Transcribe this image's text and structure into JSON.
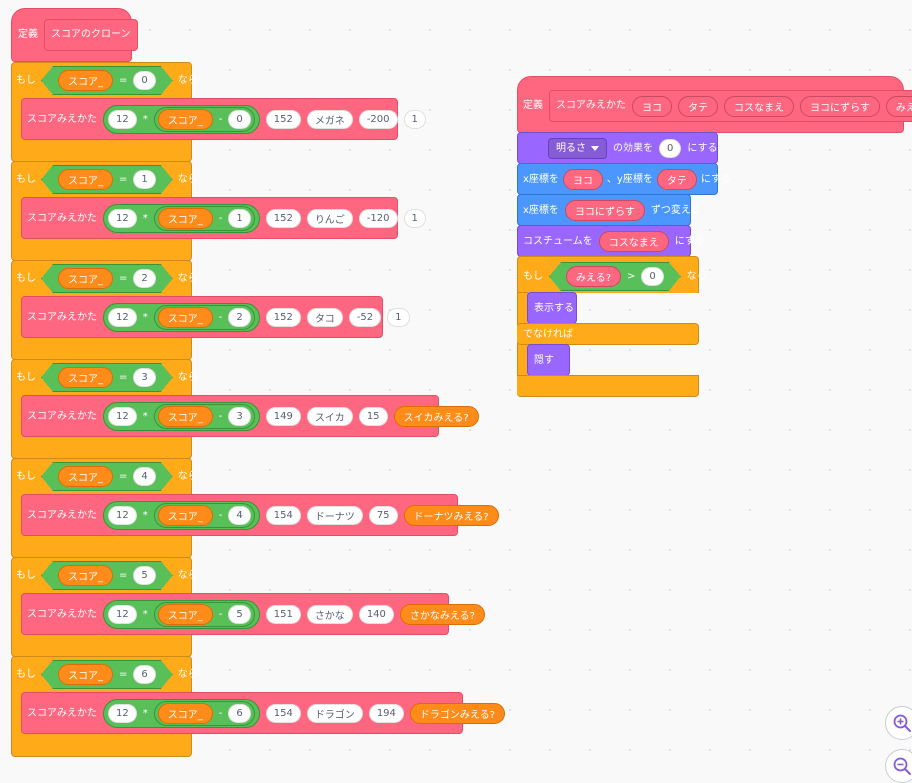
{
  "colors": {
    "control": "#ffab19",
    "my_block": "#ff6680",
    "looks": "#9966ff",
    "motion": "#4c97ff",
    "operator": "#59c059",
    "variable": "#ff8c1a"
  },
  "clone_script": {
    "define_label": "定義",
    "define_name": "スコアのクローン",
    "if_label": "もし",
    "then_label": "なら",
    "variable": "スコア_",
    "eq": "=",
    "mul": "*",
    "minus": "-",
    "call_label": "スコアみえかた",
    "factor": "12",
    "branches": [
      {
        "n": "0",
        "y": "152",
        "name": "メガネ",
        "x": "-200",
        "show": "1"
      },
      {
        "n": "1",
        "y": "152",
        "name": "りんご",
        "x": "-120",
        "show": "1"
      },
      {
        "n": "2",
        "y": "152",
        "name": "タコ",
        "x": "-52",
        "show": "1"
      },
      {
        "n": "3",
        "y": "149",
        "name": "スイカ",
        "x": "15",
        "show": "スイカみえる?"
      },
      {
        "n": "4",
        "y": "154",
        "name": "ドーナツ",
        "x": "75",
        "show": "ドーナツみえる?"
      },
      {
        "n": "5",
        "y": "151",
        "name": "さかな",
        "x": "140",
        "show": "さかなみえる?"
      },
      {
        "n": "6",
        "y": "154",
        "name": "ドラゴン",
        "x": "194",
        "show": "ドラゴンみえる?"
      }
    ]
  },
  "view_script": {
    "define_label": "定義",
    "proto_name": "スコアみえかた",
    "params": [
      "ヨコ",
      "タテ",
      "コスなまえ",
      "ヨコにずらす",
      "みえる?"
    ],
    "effect": {
      "effect_name": "明るさ",
      "middle": "の効果を",
      "value": "0",
      "suffix": "にする"
    },
    "goto": {
      "prefix": "x座標を",
      "x": "ヨコ",
      "middle": "、y座標を",
      "y": "タテ",
      "suffix": "にする"
    },
    "change_x": {
      "prefix": "x座標を",
      "value": "ヨコにずらす",
      "suffix": "ずつ変える"
    },
    "costume": {
      "prefix": "コスチュームを",
      "value": "コスなまえ",
      "suffix": "にする"
    },
    "if_else": {
      "if_label": "もし",
      "param": "みえる?",
      "op": ">",
      "value": "0",
      "then_label": "なら",
      "show": "表示する",
      "else_label": "でなければ",
      "hide": "隠す"
    }
  },
  "zoom": {
    "in_icon": "zoom-in-icon",
    "out_icon": "zoom-out-icon"
  }
}
